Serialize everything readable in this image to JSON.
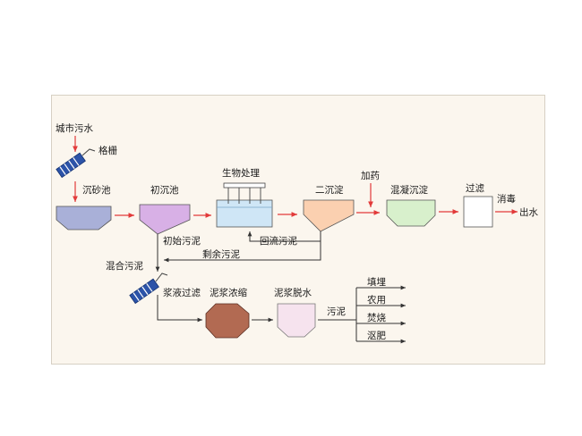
{
  "labels": {
    "city_sewage": "城市污水",
    "screen": "格栅",
    "grit_tank": "沉砂池",
    "primary_tank": "初沉池",
    "bio_treatment": "生物处理",
    "secondary": "二沉淀",
    "dosing": "加药",
    "coag_sed": "混凝沉淀",
    "filtration": "过滤",
    "disinfection": "消毒",
    "effluent": "出水",
    "primary_sludge": "初始污泥",
    "return_sludge": "回流污泥",
    "excess_sludge": "剩余污泥",
    "mixed_sludge": "混合污泥",
    "slurry_filter": "浆液过滤",
    "thickening": "泥浆浓缩",
    "dewatering": "泥浆脱水",
    "sludge": "污泥",
    "landfill": "填埋",
    "agriculture": "农用",
    "incineration": "焚烧",
    "compost": "沤肥"
  },
  "colors": {
    "panel_bg": "#fbf6ee",
    "arrow": "#e23a3a",
    "line": "#333333",
    "grit_tank": "#a9b0d8",
    "primary_tank": "#d8b0e6",
    "bio_tank": "#cfe6f6",
    "secondary_tank": "#fbd0b0",
    "coag_tank": "#d8f0cc",
    "filter_box": "#ffffff",
    "thickener": "#b26a52",
    "dewater_box": "#f6e3ee",
    "screen_blue": "#2c53a8"
  }
}
